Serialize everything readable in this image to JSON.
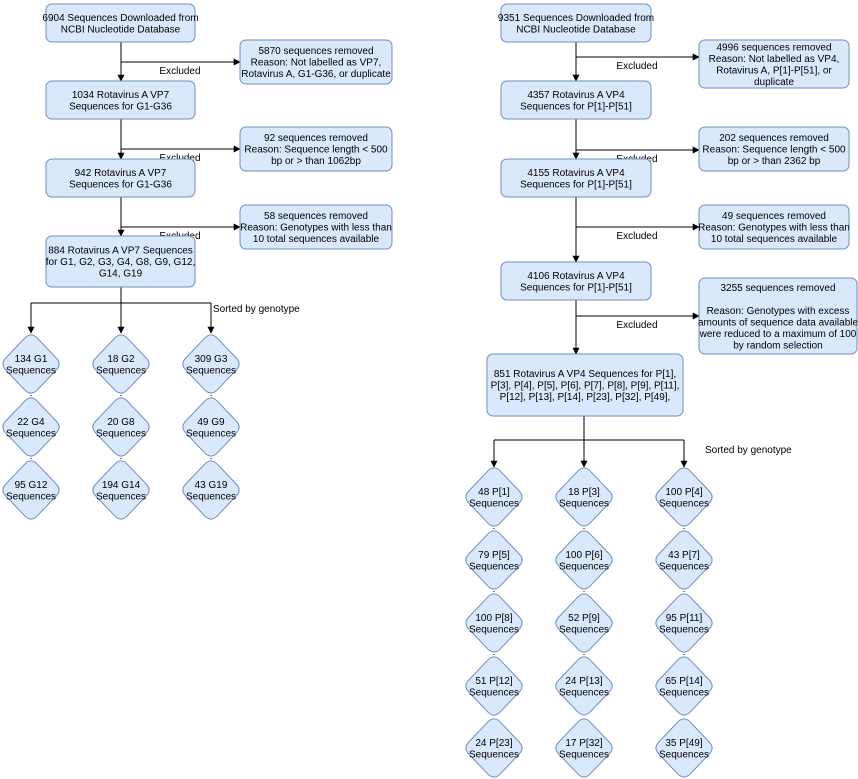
{
  "left": {
    "boxes": [
      [
        "6904 Sequences Downloaded from",
        "NCBI Nucleotide Database"
      ],
      [
        "1034 Rotavirus A VP7",
        "Sequences for G1-G36"
      ],
      [
        "942 Rotavirus A VP7",
        "Sequences for G1-G36"
      ],
      [
        "884 Rotavirus A VP7 Sequences",
        "for G1, G2, G3, G4, G8, G9, G12,",
        "G14, G19"
      ]
    ],
    "removed": [
      [
        "5870 sequences removed",
        "Reason: Not labelled as VP7,",
        "Rotavirus A, G1-G36, or duplicate"
      ],
      [
        "92 sequences removed",
        "Reason: Sequence length < 500",
        "bp or > than 1062bp"
      ],
      [
        "58 sequences removed",
        "Reason: Genotypes with less than",
        "10 total sequences available"
      ]
    ],
    "excluded_label": "Excluded",
    "sorted_label": "Sorted by genotype",
    "genotypes": [
      [
        [
          "134 G1",
          "Sequences"
        ],
        [
          "22 G4",
          "Sequences"
        ],
        [
          "95 G12",
          "Sequences"
        ]
      ],
      [
        [
          "18 G2",
          "Sequences"
        ],
        [
          "20 G8",
          "Sequences"
        ],
        [
          "194 G14",
          "Sequences"
        ]
      ],
      [
        [
          "309 G3",
          "Sequences"
        ],
        [
          "49 G9",
          "Sequences"
        ],
        [
          "43 G19",
          "Sequences"
        ]
      ]
    ]
  },
  "right": {
    "boxes": [
      [
        "9351 Sequences Downloaded from",
        "NCBI Nucleotide Database"
      ],
      [
        "4357 Rotavirus A VP4",
        "Sequences for P[1]-P[51]"
      ],
      [
        "4155 Rotavirus A VP4",
        "Sequences for P[1]-P[51]"
      ],
      [
        "4106 Rotavirus A VP4",
        "Sequences for P[1]-P[51]"
      ],
      [
        "851 Rotavirus A VP4 Sequences for P[1],",
        "P[3], P[4], P[5], P[6], P[7], P[8], P[9], P[11],",
        "P[12], P[13], P[14], P[23], P[32], P[49],"
      ]
    ],
    "removed": [
      [
        "4996 sequences removed",
        "Reason: Not labelled as VP4,",
        "Rotavirus A, P[1]-P[51], or",
        "duplicate"
      ],
      [
        "202 sequences removed",
        "Reason: Sequence length < 500",
        "bp or > than 2362 bp"
      ],
      [
        "49 sequences removed",
        "Reason: Genotypes with less than",
        "10 total sequences available"
      ],
      [
        "3255 sequences removed",
        "",
        "Reason: Genotypes with excess",
        "amounts of sequence data available",
        "were reduced to a maximum of 100",
        "by random selection"
      ]
    ],
    "excluded_label": "Excluded",
    "sorted_label": "Sorted by genotype",
    "genotypes": [
      [
        [
          "48 P[1]",
          "Sequences"
        ],
        [
          "79 P[5]",
          "Sequences"
        ],
        [
          "100 P[8]",
          "Sequences"
        ],
        [
          "51 P[12]",
          "Sequences"
        ],
        [
          "24 P[23]",
          "Sequences"
        ]
      ],
      [
        [
          "18 P[3]",
          "Sequences"
        ],
        [
          "100 P[6]",
          "Sequences"
        ],
        [
          "52 P[9]",
          "Sequences"
        ],
        [
          "24 P[13]",
          "Sequences"
        ],
        [
          "17 P[32]",
          "Sequences"
        ]
      ],
      [
        [
          "100 P[4]",
          "Sequences"
        ],
        [
          "43 P[7]",
          "Sequences"
        ],
        [
          "95 P[11]",
          "Sequences"
        ],
        [
          "65 P[14]",
          "Sequences"
        ],
        [
          "35 P[49]",
          "Sequences"
        ]
      ]
    ]
  }
}
